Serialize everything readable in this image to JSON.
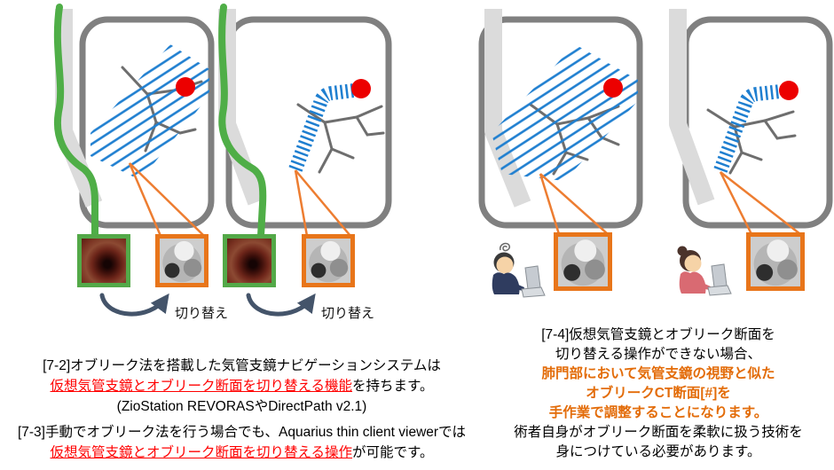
{
  "colors": {
    "panel_border_gray": "#808080",
    "trachea_band_gray": "#DBDBDB",
    "oblique_plane_blue": "#1F7FD0",
    "lesion_red": "#EC0000",
    "bronchoscope_green": "#53A948",
    "callout_orange": "#ED7D31",
    "emphasis_red_text": "#FF0000",
    "emphasis_orange_text": "#E36C09",
    "swap_arrow_slate": "#44546A"
  },
  "captions": {
    "switch_label": "切り替え"
  },
  "para72": {
    "l1": "[7-2]オブリーク法を搭載した気管支鏡ナビゲーションシステムは",
    "l2_red": "仮想気管支鏡とオブリーク断面を切り替える機能",
    "l2_tail": "を持ちます。",
    "l3": "(ZioStation REVORASやDirectPath v2.1)"
  },
  "para73": {
    "l1": "[7-3]手動でオブリーク法を行う場合でも、Aquarius thin client viewerでは",
    "l2_red": "仮想気管支鏡とオブリーク断面を切り替える操作",
    "l2_tail": "が可能です。"
  },
  "para74": {
    "l1": "[7-4]仮想気管支鏡とオブリーク断面を",
    "l2": "切り替える操作ができない場合、",
    "l3_orange": "肺門部において気管支鏡の視野と似た",
    "l4_orange": "オブリークCT断面[#]を",
    "l5_orange": "手作業で調整することになります。",
    "l6": "術者自身がオブリーク断面を柔軟に扱う技術を",
    "l7": "身につけている必要があります。"
  }
}
